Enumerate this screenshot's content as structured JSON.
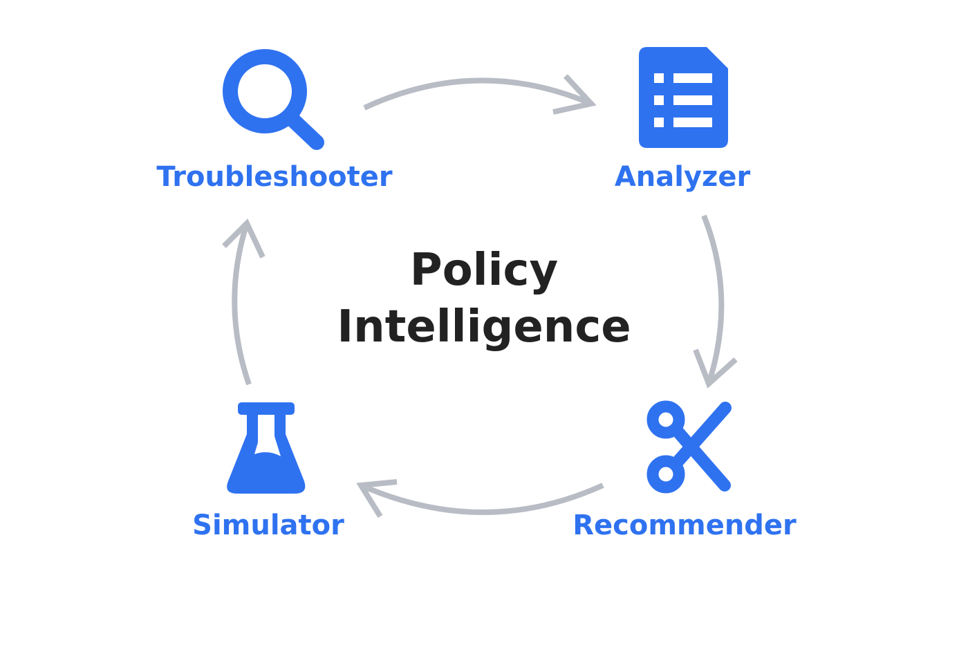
{
  "center": {
    "line1": "Policy",
    "line2": "Intelligence"
  },
  "nodes": [
    {
      "id": "troubleshooter",
      "label": "Troubleshooter",
      "icon": "magnifier-icon"
    },
    {
      "id": "analyzer",
      "label": "Analyzer",
      "icon": "document-list-icon"
    },
    {
      "id": "recommender",
      "label": "Recommender",
      "icon": "scissors-icon"
    },
    {
      "id": "simulator",
      "label": "Simulator",
      "icon": "flask-icon"
    }
  ],
  "colors": {
    "accent": "#2f72f0",
    "arrow": "#b8bcc4",
    "title": "#222222",
    "background": "#ffffff"
  }
}
